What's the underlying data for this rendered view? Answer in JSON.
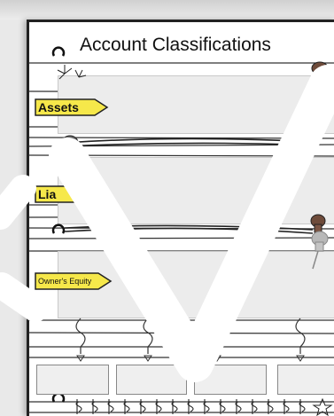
{
  "page": {
    "title": "Account Classifications"
  },
  "labels": {
    "assets": "Assets",
    "liabilities_partial": "Lia",
    "owners_equity": "Owner's Equity"
  },
  "icons": {
    "pushpin": "pushpin-icon",
    "spiral_ring": "binder-ring-icon",
    "fireworks": "fireworks-icon",
    "squiggle_arrow": "squiggle-arrow-down-icon",
    "dollar": "dollar-sign-icon",
    "star": "star-icon"
  },
  "colors": {
    "label_fill": "#f6e84a",
    "label_border": "#222222",
    "pin_brown": "#6e4b3a",
    "pin_gray": "#6a6a6a",
    "pin_light": "#b8b8b8"
  }
}
